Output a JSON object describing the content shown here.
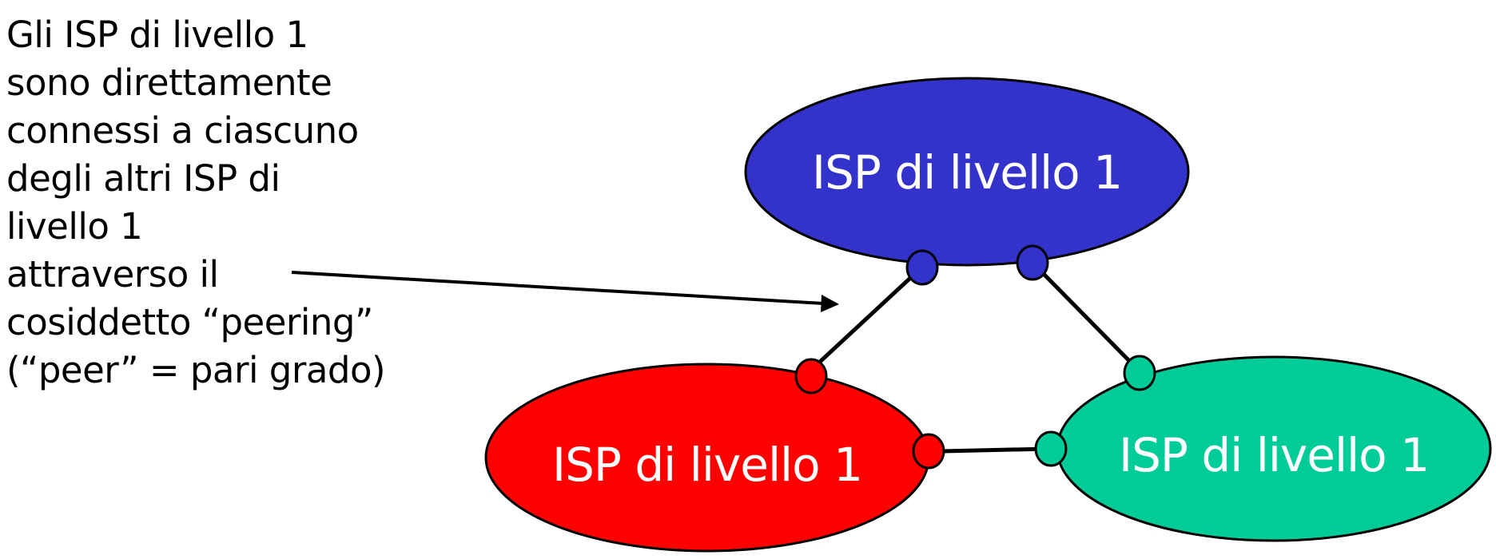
{
  "caption": {
    "lines": [
      "Gli ISP di livello 1",
      "sono direttamente",
      "connessi a ciascuno",
      "degli altri ISP di",
      "livello 1",
      "attraverso il",
      "cosiddetto “peering”",
      "(“peer” = pari grado)"
    ]
  },
  "diagram": {
    "colors": {
      "top": "#3333CC",
      "left": "#FF0000",
      "right": "#00CC99",
      "stroke": "#000000",
      "label": "#FFFFFF"
    },
    "nodes": [
      {
        "id": "top",
        "label": "ISP di livello 1"
      },
      {
        "id": "left",
        "label": "ISP di livello 1"
      },
      {
        "id": "right",
        "label": "ISP di livello 1"
      }
    ],
    "links": [
      {
        "from": "top",
        "to": "left",
        "type": "peering"
      },
      {
        "from": "top",
        "to": "right",
        "type": "peering"
      },
      {
        "from": "left",
        "to": "right",
        "type": "peering"
      }
    ],
    "arrow_icon": "arrow-right-icon"
  }
}
